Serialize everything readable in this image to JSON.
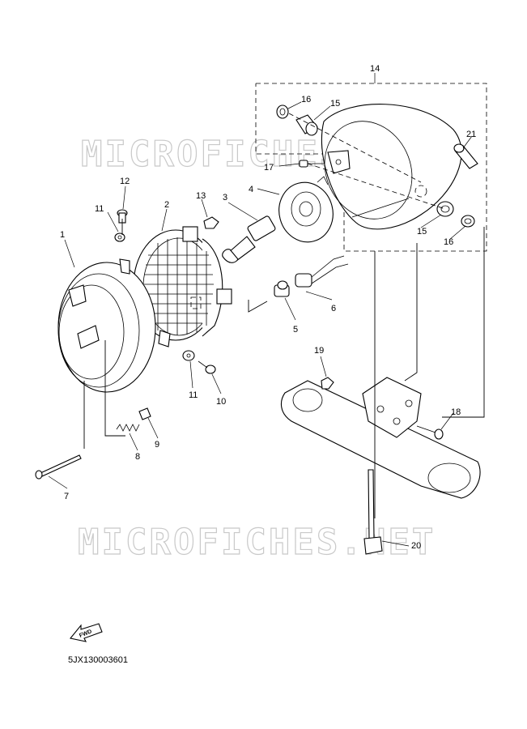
{
  "diagram": {
    "watermark_text": "MICROFICHES.NET",
    "diagram_code": "5JX130003601",
    "fwd_label": "FWD",
    "callouts": [
      {
        "id": "c1",
        "label": "1"
      },
      {
        "id": "c2",
        "label": "2"
      },
      {
        "id": "c3",
        "label": "3"
      },
      {
        "id": "c4",
        "label": "4"
      },
      {
        "id": "c5",
        "label": "5"
      },
      {
        "id": "c6",
        "label": "6"
      },
      {
        "id": "c7",
        "label": "7"
      },
      {
        "id": "c8",
        "label": "8"
      },
      {
        "id": "c9",
        "label": "9"
      },
      {
        "id": "c10",
        "label": "10"
      },
      {
        "id": "c11a",
        "label": "11"
      },
      {
        "id": "c11b",
        "label": "11"
      },
      {
        "id": "c12",
        "label": "12"
      },
      {
        "id": "c13",
        "label": "13"
      },
      {
        "id": "c14",
        "label": "14"
      },
      {
        "id": "c15a",
        "label": "15"
      },
      {
        "id": "c15b",
        "label": "15"
      },
      {
        "id": "c16a",
        "label": "16"
      },
      {
        "id": "c16b",
        "label": "16"
      },
      {
        "id": "c17",
        "label": "17"
      },
      {
        "id": "c18",
        "label": "18"
      },
      {
        "id": "c19",
        "label": "19"
      },
      {
        "id": "c20",
        "label": "20"
      },
      {
        "id": "c21",
        "label": "21"
      }
    ]
  }
}
